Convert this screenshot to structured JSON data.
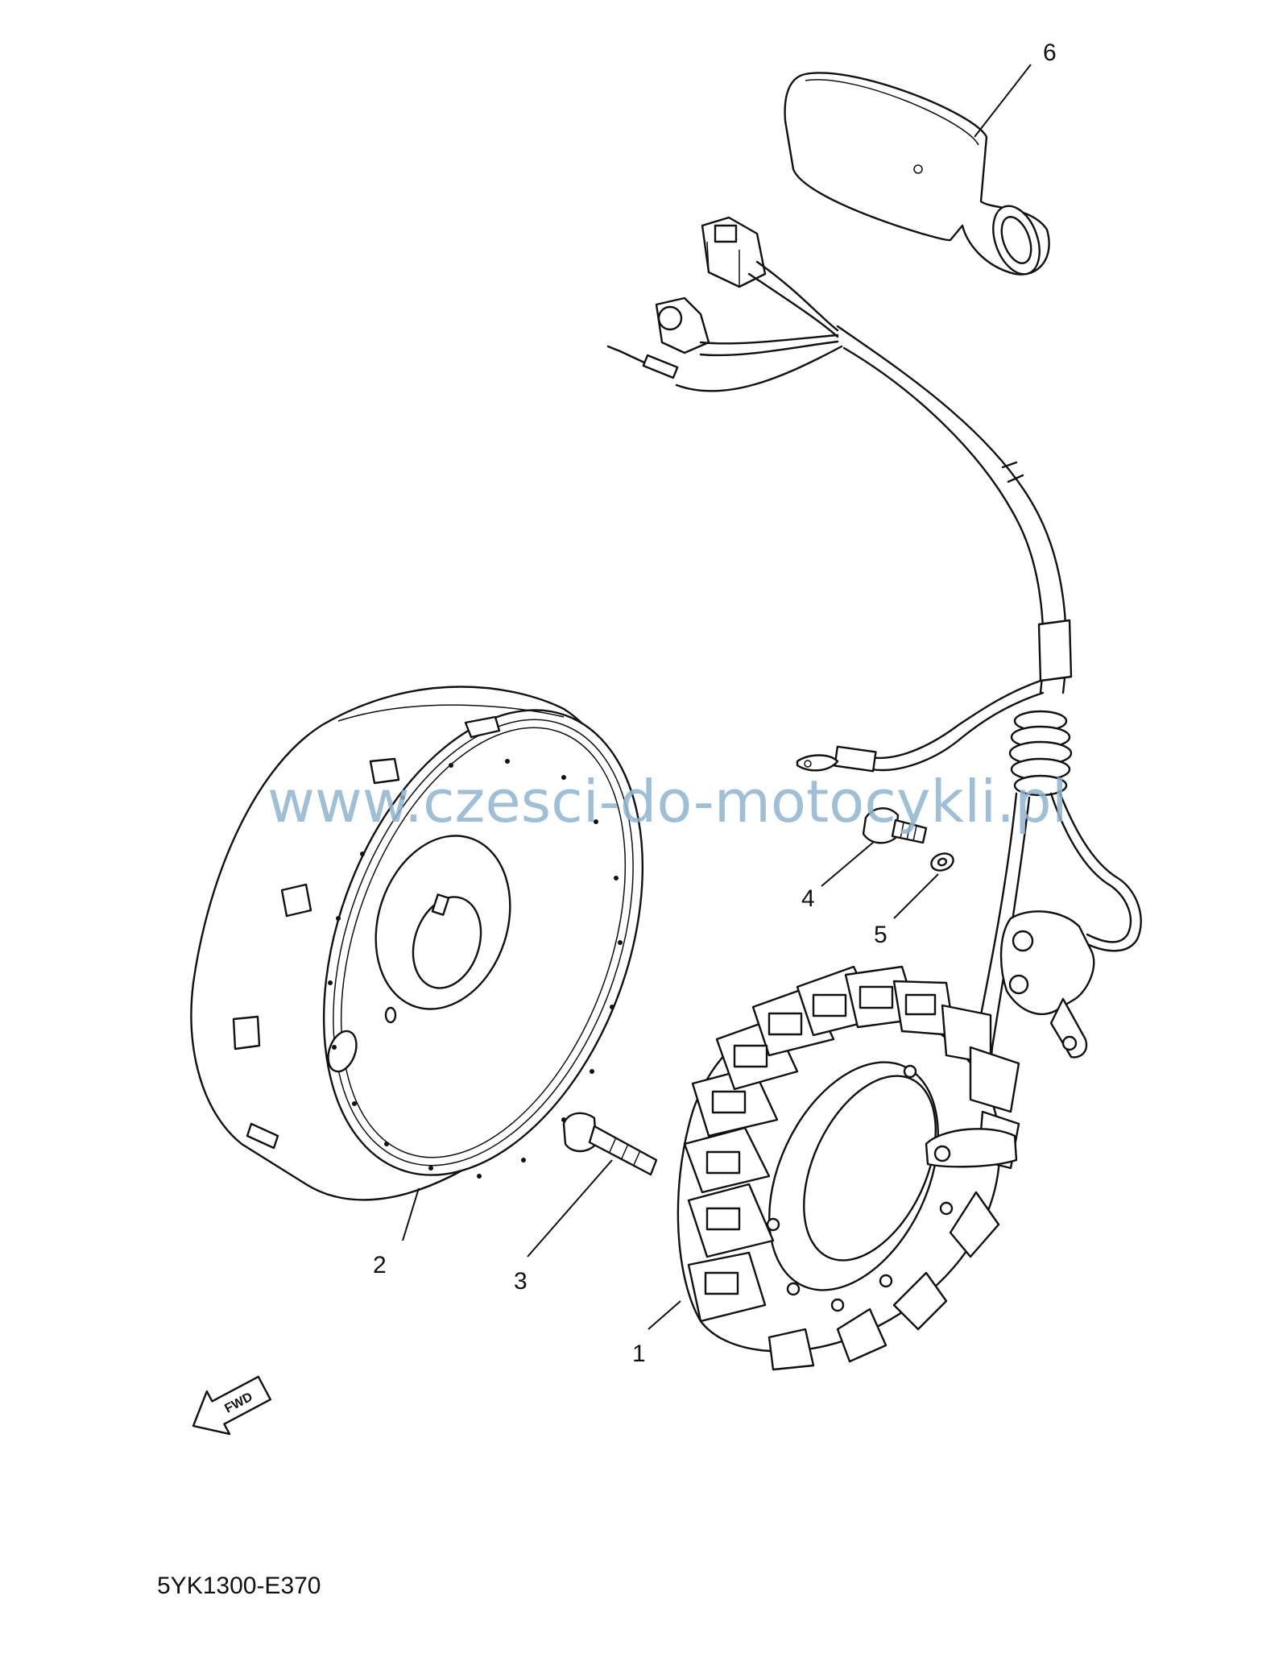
{
  "callouts": [
    {
      "num": "1",
      "part": "stator"
    },
    {
      "num": "2",
      "part": "rotor"
    },
    {
      "num": "3",
      "part": "stator bolt"
    },
    {
      "num": "4",
      "part": "pickup bolt"
    },
    {
      "num": "5",
      "part": "washer"
    },
    {
      "num": "6",
      "part": "cap"
    }
  ],
  "watermark": "www.czesci-do-motocykli.pl",
  "diagram_code": "5YK1300-E370",
  "fwd_label": "FWD",
  "colors": {
    "line": "#111111",
    "watermark": "#8fb4cf",
    "background": "#ffffff"
  }
}
